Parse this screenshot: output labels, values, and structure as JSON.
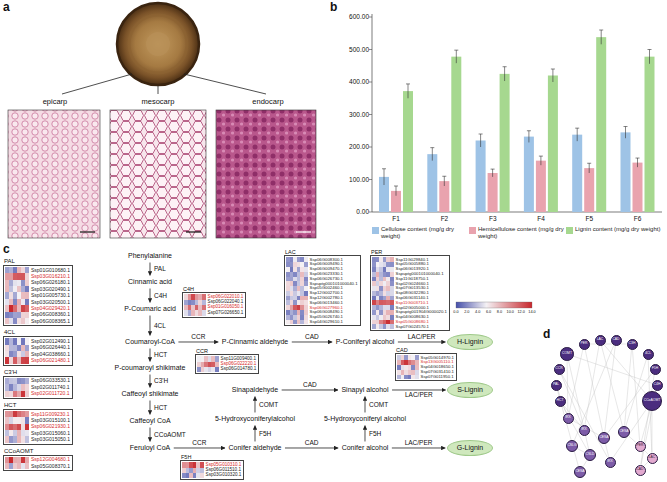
{
  "diagram": {
    "nodes": [
      {
        "text": [
          "PAL",
          "Ssp01G010680.1",
          "Ssp03G016210.1",
          "Ssp06G026180.1",
          "Ssp03G020490.1",
          "Ssp01G005730.1",
          "Ssp03G020500.1",
          "Ssp04G029420.1",
          "Ssp06G008360.1",
          "Ssp06G008365.1"
        ]
      },
      {
        "text": [
          "4CL",
          "Ssp02G012490.1",
          "Ssp06G026440.1",
          "Ssp04G038660.1",
          "Ssp06G021480.1"
        ]
      },
      {
        "text": [
          "C3'H",
          "Ssp06G033530.1",
          "Ssp02G011740.1",
          "Ssp02G011720.1"
        ]
      },
      {
        "text": [
          "HCT",
          "Ssp11G009230.1",
          "Ssp03G015100.1",
          "Ssp06G021930.1",
          "Ssp03G015060.1",
          "Ssp03G015050.1"
        ]
      },
      {
        "text": [
          "CCoAOMT",
          "Ssp12G004680.1",
          "Ssp05G008370.1"
        ]
      },
      {
        "text": [
          "C4H",
          "Ssp06G022010.1",
          "Ssp06G022040.1",
          "Ssp01G016050.1",
          "Ssp07G026650.1"
        ]
      },
      {
        "text": [
          "CCR",
          "Ssp11G009400.1",
          "Ssp06G022220.1",
          "Ssp06G014780.1"
        ]
      },
      {
        "text": [
          "F5H",
          "Ssp05G010310.1",
          "Ssp06G011510.1",
          "Ssp03G010320.1"
        ]
      },
      {
        "text": [
          "LAC",
          "Ssp06G008300.1",
          "Ssp06G009490.1",
          "Ssp06G009470.1",
          "Ssp06G023330.1",
          "Ssp06G026730.1",
          "Sspuptg000101000040.1",
          "Ssp05G002460.1",
          "Ssp12G002700.1",
          "Ssp12G002780.1",
          "Ssp06G013460.1",
          "Ssp06G027960.1",
          "Ssp06G008490.1",
          "Ssp05G026740.1",
          "Ssp04G029610.1"
        ]
      },
      {
        "text": [
          "PER",
          "Ssp11G029840.1",
          "Ssp05G005880.1",
          "Ssp06G013920.1",
          "Sspuptg000101000040.1",
          "Ssp11G018750.1",
          "Ssp02G024660.1",
          "Ssp07G013530.1",
          "Ssp08G032280.1",
          "Ssp06G031140.1",
          "Ssp11G003710.1",
          "Ssp02G005000.1",
          "Sspuptg001904G000020.1",
          "Ssp04G008630.1",
          "Ssp05G008680.1",
          "Ssp07G024570.1"
        ]
      },
      {
        "text": [
          "CAD",
          "Ssp05G014970.1",
          "Ssp13G005110.1",
          "Ssp04G018650.1",
          "Ssp07G031410.1",
          "Ssp07G011950.1"
        ]
      },
      {
        "text": [
          "Phenylalanine"
        ]
      },
      {
        "text": [
          "Cinnamic acid"
        ]
      },
      {
        "text": [
          "P-Coumaric acid"
        ]
      },
      {
        "text": [
          "Coumaroyl-CoA"
        ]
      },
      {
        "text": [
          "P-coumaroyl shikimate"
        ]
      },
      {
        "text": [
          "Caffeoyl shikimate"
        ]
      },
      {
        "text": [
          "Caffeoyl CoA"
        ]
      },
      {
        "text": [
          "Feruloyl CoA"
        ]
      },
      {
        "text": [
          "P-Cinnamic aldehyde"
        ]
      },
      {
        "text": [
          "P-Coniferyl alcohol"
        ]
      },
      {
        "text": [
          "H-Lignin"
        ]
      },
      {
        "text": [
          "Sinapaldehyde"
        ]
      },
      {
        "text": [
          "Sinapyl alcohol"
        ]
      },
      {
        "text": [
          "S-Lignin"
        ]
      },
      {
        "text": [
          "5-Hydroxyconiferylalcohol"
        ]
      },
      {
        "text": [
          "5-Hydroxyconiferyl alcohol"
        ]
      },
      {
        "text": [
          "Conifer aldehyde"
        ]
      },
      {
        "text": [
          "Conifer alcohol"
        ]
      },
      {
        "text": [
          "G-Lignin"
        ]
      },
      {
        "text": [
          "PER"
        ]
      },
      {
        "text": [
          "LAC"
        ]
      },
      {
        "text": [
          "CAD"
        ]
      },
      {
        "text": [
          "C3H"
        ]
      },
      {
        "text": [
          "COMT"
        ]
      },
      {
        "text": [
          "4CL"
        ]
      },
      {
        "text": [
          "CCR"
        ]
      },
      {
        "text": [
          "F5H"
        ]
      },
      {
        "text": [
          "PAL"
        ]
      },
      {
        "text": [
          "C4H"
        ]
      },
      {
        "text": [
          "HCT"
        ]
      },
      {
        "text": [
          "CCoAOMT"
        ]
      },
      {
        "text": [
          "IRX"
        ]
      },
      {
        "text": [
          "IRX"
        ]
      },
      {
        "text": [
          "CESA"
        ]
      },
      {
        "text": [
          "CESA"
        ]
      },
      {
        "text": [
          "CSLG"
        ]
      },
      {
        "text": [
          "CSLD"
        ]
      },
      {
        "text": [
          "IRX"
        ]
      },
      {
        "text": [
          "CESA"
        ]
      },
      {
        "text": [
          "PER"
        ]
      },
      {
        "text": [
          "LAC"
        ]
      },
      {
        "text": [
          "CAD"
        ]
      }
    ],
    "edges": [
      {
        "from": 11,
        "to": 12,
        "arrow": "to",
        "label": "PAL"
      },
      {
        "from": 12,
        "to": 13,
        "arrow": "to",
        "label": "C4H"
      },
      {
        "from": 13,
        "to": 14,
        "arrow": "to",
        "label": "4CL"
      },
      {
        "from": 14,
        "to": 15,
        "arrow": "to",
        "label": "HCT"
      },
      {
        "from": 15,
        "to": 16,
        "arrow": "to",
        "label": "C3'H"
      },
      {
        "from": 16,
        "to": 17,
        "arrow": "to",
        "label": "HCT"
      },
      {
        "from": 17,
        "to": 18,
        "arrow": "to",
        "label": "CCoAOMT"
      },
      {
        "from": 14,
        "to": 19,
        "arrow": "to",
        "label": "CCR"
      },
      {
        "from": 19,
        "to": 20,
        "arrow": "to",
        "label": "CAD"
      },
      {
        "from": 20,
        "to": 21,
        "arrow": "to",
        "label": "LAC/PER"
      },
      {
        "from": 22,
        "to": 23,
        "arrow": "to",
        "label": "CAD"
      },
      {
        "from": 23,
        "to": 24,
        "arrow": "to",
        "label": "LAC/PER"
      },
      {
        "from": 25,
        "to": 22,
        "arrow": "to",
        "label": "COMT"
      },
      {
        "from": 26,
        "to": 23,
        "arrow": "to",
        "label": "COMT"
      },
      {
        "from": 27,
        "to": 25,
        "arrow": "to",
        "label": "F5H"
      },
      {
        "from": 28,
        "to": 26,
        "arrow": "to",
        "label": "F5H"
      },
      {
        "from": 18,
        "to": 27,
        "arrow": "to",
        "label": "CCR"
      },
      {
        "from": 27,
        "to": 28,
        "arrow": "to",
        "label": "CAD"
      },
      {
        "from": 28,
        "to": 29,
        "arrow": "to",
        "label": "LAC/PER"
      },
      {
        "from": 30,
        "to": 42,
        "arrow": "none"
      },
      {
        "from": 30,
        "to": 44,
        "arrow": "none"
      },
      {
        "from": 31,
        "to": 43,
        "arrow": "none"
      },
      {
        "from": 31,
        "to": 45,
        "arrow": "none"
      },
      {
        "from": 32,
        "to": 44,
        "arrow": "none"
      },
      {
        "from": 32,
        "to": 46,
        "arrow": "none"
      },
      {
        "from": 33,
        "to": 45,
        "arrow": "none"
      },
      {
        "from": 33,
        "to": 50,
        "arrow": "none"
      },
      {
        "from": 34,
        "to": 42,
        "arrow": "none"
      },
      {
        "from": 34,
        "to": 47,
        "arrow": "none"
      },
      {
        "from": 35,
        "to": 45,
        "arrow": "none"
      },
      {
        "from": 35,
        "to": 51,
        "arrow": "none"
      },
      {
        "from": 36,
        "to": 43,
        "arrow": "none"
      },
      {
        "from": 36,
        "to": 48,
        "arrow": "none"
      },
      {
        "from": 37,
        "to": 44,
        "arrow": "none"
      },
      {
        "from": 37,
        "to": 52,
        "arrow": "none"
      },
      {
        "from": 38,
        "to": 42,
        "arrow": "none"
      },
      {
        "from": 38,
        "to": 49,
        "arrow": "none"
      },
      {
        "from": 39,
        "to": 50,
        "arrow": "none"
      },
      {
        "from": 39,
        "to": 52,
        "arrow": "none"
      },
      {
        "from": 40,
        "to": 47,
        "arrow": "none"
      },
      {
        "from": 40,
        "to": 43,
        "arrow": "none"
      },
      {
        "from": 41,
        "to": 51,
        "arrow": "none"
      },
      {
        "from": 41,
        "to": 48,
        "arrow": "none"
      },
      {
        "from": 42,
        "to": 44,
        "arrow": "none"
      },
      {
        "from": 44,
        "to": 48,
        "arrow": "none"
      },
      {
        "from": 45,
        "to": 50,
        "arrow": "none"
      },
      {
        "from": 46,
        "to": 47,
        "arrow": "none"
      },
      {
        "from": 47,
        "to": 49,
        "arrow": "none"
      },
      {
        "from": 50,
        "to": 51,
        "arrow": "none"
      },
      {
        "from": 51,
        "to": 52,
        "arrow": "none"
      },
      {
        "from": 30,
        "to": 33,
        "arrow": "none"
      },
      {
        "from": 31,
        "to": 41,
        "arrow": "none"
      },
      {
        "from": 34,
        "to": 39,
        "arrow": "none"
      }
    ],
    "labels": [
      "a",
      "epicarp",
      "mesocarp",
      "endocarp",
      "b",
      "600.00",
      "500.00",
      "400.00",
      "300.00",
      "200.00",
      "100.00",
      "0.00",
      "F1",
      "F2",
      "F3",
      "F4",
      "F5",
      "F6",
      "c",
      "0.0",
      "2.0",
      "4.0",
      "6.0",
      "8.0",
      "10.0",
      "12.0",
      "14.0",
      "d"
    ],
    "legend": [
      {
        "text": "Cellulose content (mg/g dry weight)",
        "color": "#9ec3e6"
      },
      {
        "text": "Hemicellulose content (mg/g dry weight)",
        "color": "#e9a3ae"
      },
      {
        "text": "Lignin content (mg/g dry weight)",
        "color": "#a6d88f"
      }
    ]
  }
}
